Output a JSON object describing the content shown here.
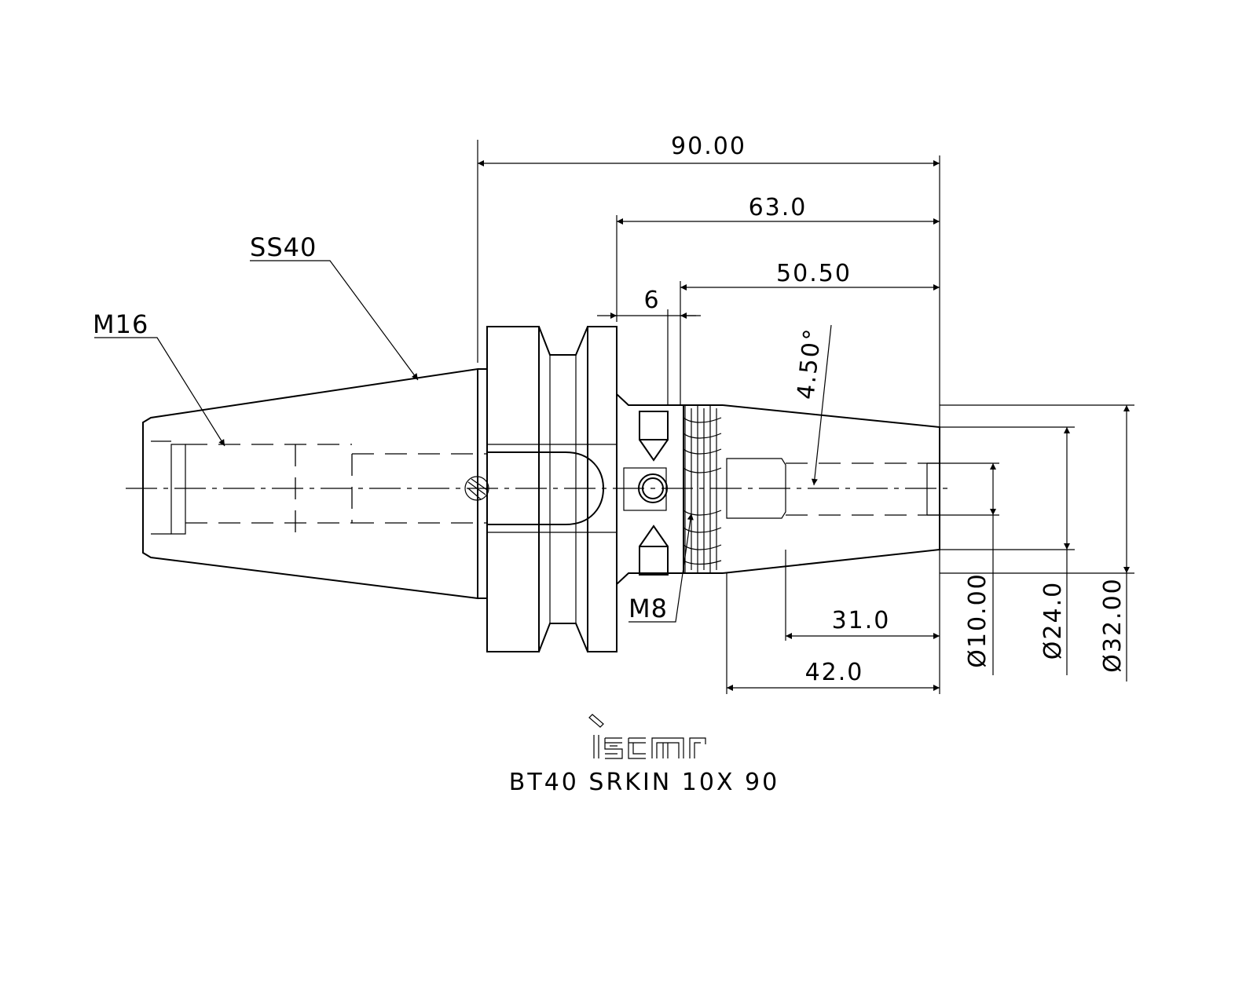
{
  "dimensions": {
    "overall_length": "90.00",
    "flange_to_end": "63.0",
    "thread_to_end": "50.50",
    "flange_gap": "6",
    "taper_angle": "4.50°",
    "bore_depth": "31.0",
    "nose_length": "42.0",
    "bore_diameter": "Ø10.00",
    "nose_diameter": "Ø24.0",
    "body_diameter": "Ø32.00"
  },
  "callouts": {
    "taper": "SS40",
    "pull_stud_thread": "M16",
    "side_screw_thread": "M8"
  },
  "logo": {
    "brand": "iscar"
  },
  "part_number": "BT40 SRKIN 10X 90"
}
